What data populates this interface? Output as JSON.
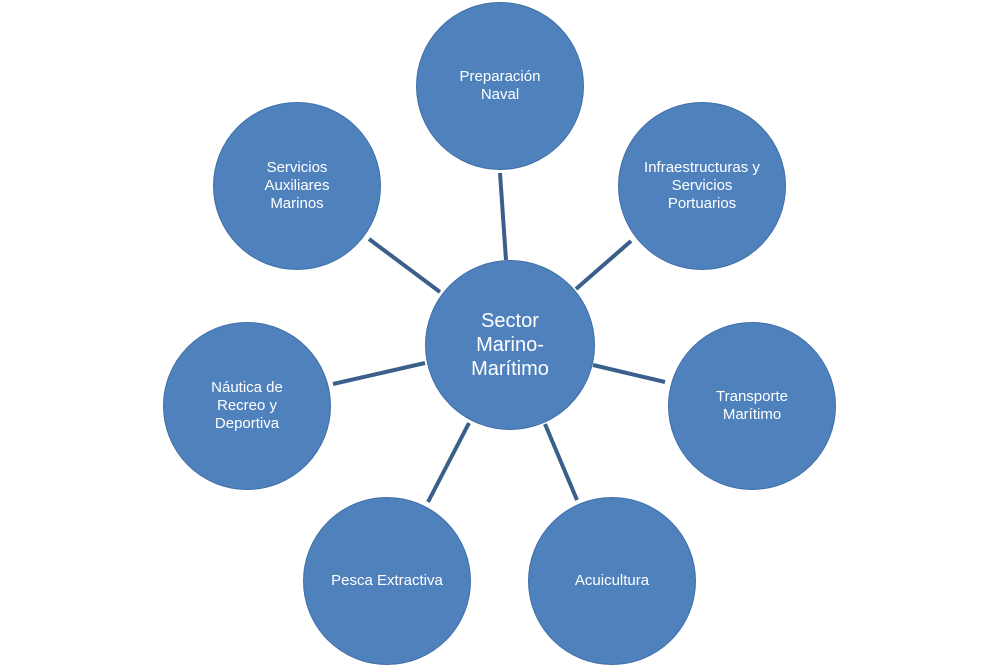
{
  "diagram": {
    "center": {
      "label": "Sector\nMarino-\nMarítimo"
    },
    "nodes": [
      {
        "label": "Preparación\nNaval"
      },
      {
        "label": "Infraestructuras y\nServicios\nPortuarios"
      },
      {
        "label": "Transporte\nMarítimo"
      },
      {
        "label": "Acuicultura"
      },
      {
        "label": "Pesca Extractiva"
      },
      {
        "label": "Náutica de\nRecreo y\nDeportiva"
      },
      {
        "label": "Servicios\nAuxiliares\nMarinos"
      }
    ],
    "colors": {
      "node_fill": "#4f81bd",
      "connector": "#3a5f8a",
      "text": "#ffffff"
    }
  }
}
